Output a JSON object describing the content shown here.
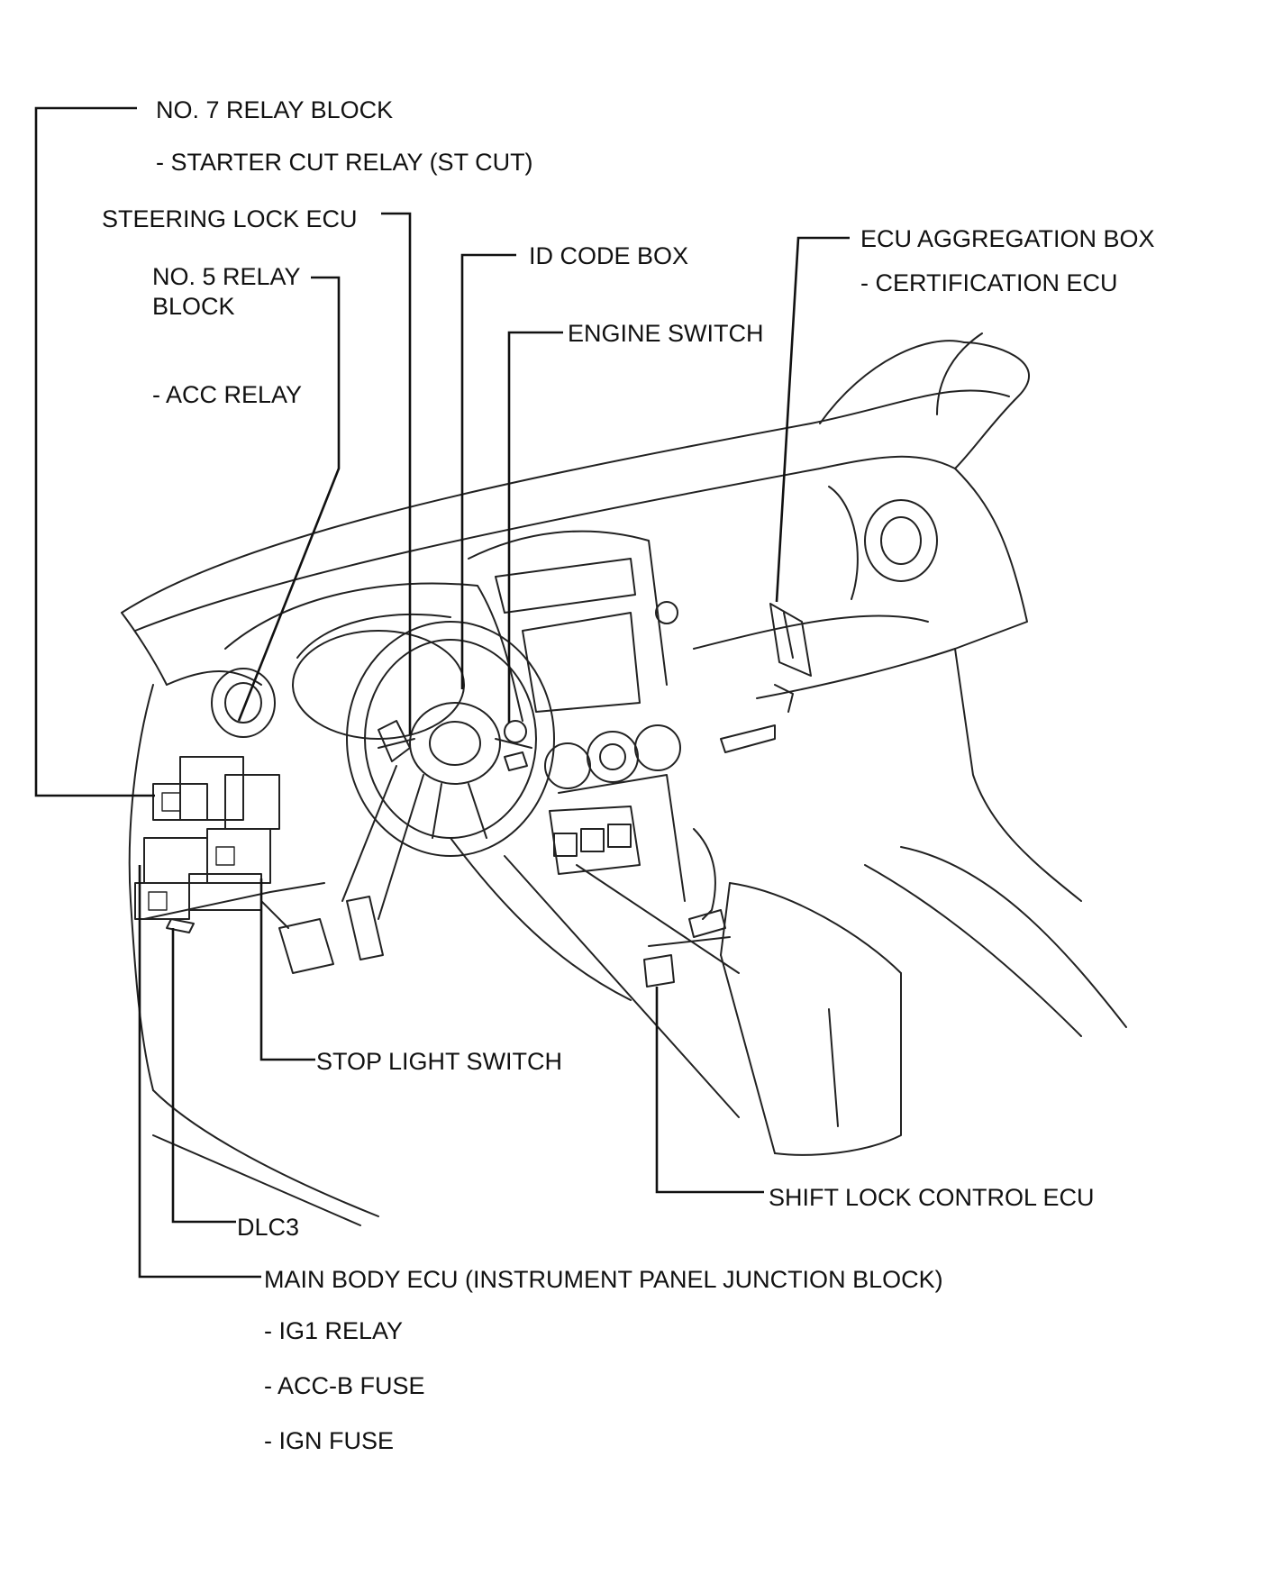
{
  "labels": {
    "no7_relay_block": "NO. 7 RELAY BLOCK",
    "starter_cut_relay": "- STARTER CUT RELAY (ST CUT)",
    "steering_lock_ecu": "STEERING LOCK ECU",
    "no5_relay_block_line1": "NO. 5 RELAY",
    "no5_relay_block_line2": "BLOCK",
    "acc_relay": "- ACC RELAY",
    "id_code_box": "ID CODE BOX",
    "engine_switch": "ENGINE SWITCH",
    "ecu_aggregation_box": "ECU AGGREGATION BOX",
    "certification_ecu": "- CERTIFICATION ECU",
    "stop_light_switch": "STOP LIGHT SWITCH",
    "shift_lock_control_ecu": "SHIFT LOCK CONTROL ECU",
    "dlc3": "DLC3",
    "main_body_ecu": "MAIN BODY ECU (INSTRUMENT PANEL JUNCTION BLOCK)",
    "ig1_relay": "- IG1 RELAY",
    "acc_b_fuse": "- ACC-B FUSE",
    "ign_fuse": "- IGN FUSE"
  },
  "colors": {
    "line": "#111111",
    "background": "#ffffff"
  }
}
